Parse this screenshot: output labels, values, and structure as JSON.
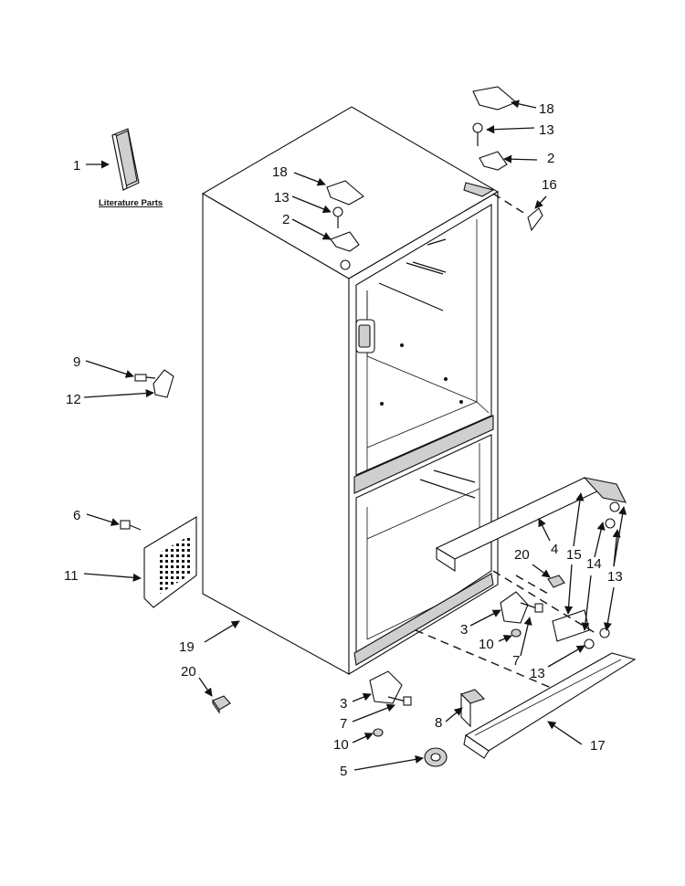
{
  "literature_label": "Literature Parts",
  "callouts": {
    "c1": "1",
    "c18a": "18",
    "c13a": "13",
    "c2a": "2",
    "c18b": "18",
    "c13b": "13",
    "c2b": "2",
    "c16": "16",
    "c9": "9",
    "c12": "12",
    "c6": "6",
    "c11": "11",
    "c19": "19",
    "c20a": "20",
    "c3a": "3",
    "c7a": "7",
    "c10a": "10",
    "c5": "5",
    "c20b": "20",
    "c4": "4",
    "c15": "15",
    "c14": "14",
    "c13c": "13",
    "c3b": "3",
    "c10b": "10",
    "c7b": "7",
    "c13d": "13",
    "c8": "8",
    "c17": "17"
  }
}
